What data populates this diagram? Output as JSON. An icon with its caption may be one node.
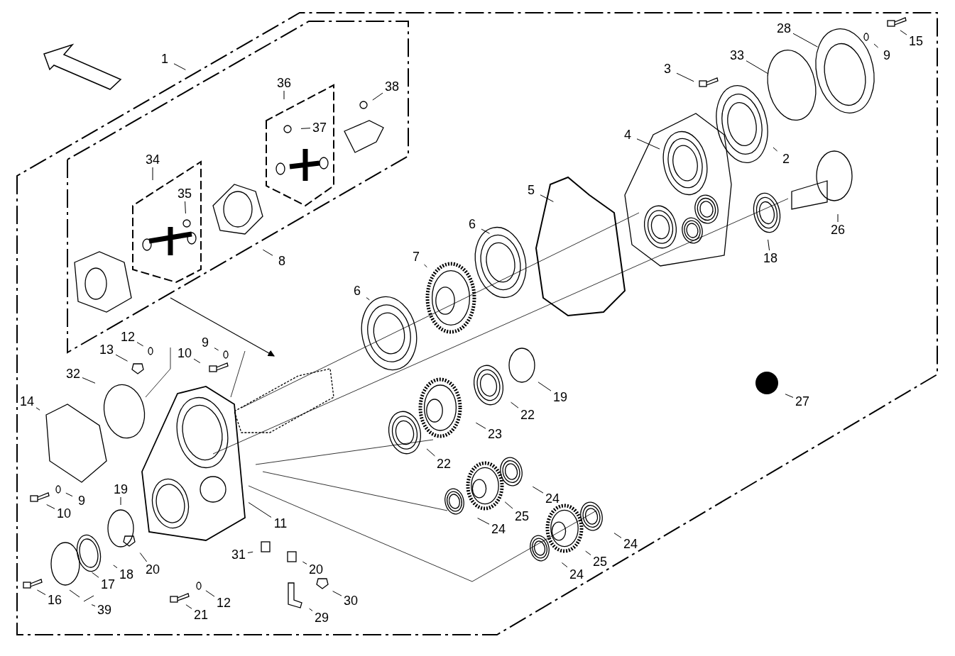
{
  "diagram": {
    "nodes": [
      {
        "text": [
          "1"
        ]
      },
      {
        "text": [
          "36"
        ]
      },
      {
        "text": [
          "38"
        ]
      },
      {
        "text": [
          "37"
        ]
      },
      {
        "text": [
          "34"
        ]
      },
      {
        "text": [
          "35"
        ]
      },
      {
        "text": [
          "8"
        ]
      },
      {
        "text": [
          "3"
        ]
      },
      {
        "text": [
          "28"
        ]
      },
      {
        "text": [
          "15"
        ]
      },
      {
        "text": [
          "9"
        ]
      },
      {
        "text": [
          "33"
        ]
      },
      {
        "text": [
          "4"
        ]
      },
      {
        "text": [
          "2"
        ]
      },
      {
        "text": [
          "5"
        ]
      },
      {
        "text": [
          "26"
        ]
      },
      {
        "text": [
          "18"
        ]
      },
      {
        "text": [
          "6"
        ]
      },
      {
        "text": [
          "7"
        ]
      },
      {
        "text": [
          "6"
        ]
      },
      {
        "text": [
          "19"
        ]
      },
      {
        "text": [
          "22"
        ]
      },
      {
        "text": [
          "23"
        ]
      },
      {
        "text": [
          "22"
        ]
      },
      {
        "text": [
          "24"
        ]
      },
      {
        "text": [
          "25"
        ]
      },
      {
        "text": [
          "24"
        ]
      },
      {
        "text": [
          "24"
        ]
      },
      {
        "text": [
          "25"
        ]
      },
      {
        "text": [
          "24"
        ]
      },
      {
        "text": [
          "27"
        ]
      },
      {
        "text": [
          "13"
        ]
      },
      {
        "text": [
          "12"
        ]
      },
      {
        "text": [
          "10"
        ]
      },
      {
        "text": [
          "9"
        ]
      },
      {
        "text": [
          "32"
        ]
      },
      {
        "text": [
          "14"
        ]
      },
      {
        "text": [
          "10"
        ]
      },
      {
        "text": [
          "9"
        ]
      },
      {
        "text": [
          "19"
        ]
      },
      {
        "text": [
          "11"
        ]
      },
      {
        "text": [
          "18"
        ]
      },
      {
        "text": [
          "17"
        ]
      },
      {
        "text": [
          "20"
        ]
      },
      {
        "text": [
          "16"
        ]
      },
      {
        "text": [
          "39"
        ]
      },
      {
        "text": [
          "21"
        ]
      },
      {
        "text": [
          "12"
        ]
      },
      {
        "text": [
          "31"
        ]
      },
      {
        "text": [
          "20"
        ]
      },
      {
        "text": [
          "30"
        ]
      },
      {
        "text": [
          "29"
        ]
      }
    ],
    "edges": [
      {
        "from": 0,
        "to": null,
        "arrow": "none"
      },
      {
        "from": 1,
        "to": null,
        "arrow": "none"
      },
      {
        "from": 2,
        "to": null,
        "arrow": "none"
      },
      {
        "from": 3,
        "to": null,
        "arrow": "none"
      },
      {
        "from": 4,
        "to": null,
        "arrow": "none"
      },
      {
        "from": 5,
        "to": null,
        "arrow": "none"
      },
      {
        "from": 6,
        "to": null,
        "arrow": "none"
      },
      {
        "from": 7,
        "to": null,
        "arrow": "none"
      },
      {
        "from": 8,
        "to": null,
        "arrow": "none"
      },
      {
        "from": 9,
        "to": null,
        "arrow": "none"
      },
      {
        "from": 10,
        "to": null,
        "arrow": "none"
      },
      {
        "from": 11,
        "to": null,
        "arrow": "none"
      },
      {
        "from": 12,
        "to": null,
        "arrow": "none"
      },
      {
        "from": 13,
        "to": null,
        "arrow": "none"
      },
      {
        "from": 14,
        "to": null,
        "arrow": "none"
      },
      {
        "from": 15,
        "to": null,
        "arrow": "none"
      },
      {
        "from": 16,
        "to": null,
        "arrow": "none"
      },
      {
        "from": 17,
        "to": null,
        "arrow": "none"
      },
      {
        "from": 18,
        "to": null,
        "arrow": "none"
      },
      {
        "from": 19,
        "to": null,
        "arrow": "none"
      },
      {
        "from": 20,
        "to": null,
        "arrow": "none"
      },
      {
        "from": 21,
        "to": null,
        "arrow": "none"
      },
      {
        "from": 22,
        "to": null,
        "arrow": "none"
      },
      {
        "from": 23,
        "to": null,
        "arrow": "none"
      },
      {
        "from": 24,
        "to": null,
        "arrow": "none"
      },
      {
        "from": 25,
        "to": null,
        "arrow": "none"
      },
      {
        "from": 26,
        "to": null,
        "arrow": "none"
      },
      {
        "from": 27,
        "to": null,
        "arrow": "none"
      },
      {
        "from": 28,
        "to": null,
        "arrow": "none"
      },
      {
        "from": 29,
        "to": null,
        "arrow": "none"
      },
      {
        "from": 30,
        "to": null,
        "arrow": "none"
      },
      {
        "from": 31,
        "to": null,
        "arrow": "none"
      },
      {
        "from": 32,
        "to": null,
        "arrow": "none"
      },
      {
        "from": 33,
        "to": null,
        "arrow": "none"
      },
      {
        "from": 34,
        "to": null,
        "arrow": "none"
      },
      {
        "from": 35,
        "to": null,
        "arrow": "none"
      },
      {
        "from": 36,
        "to": null,
        "arrow": "none"
      },
      {
        "from": 37,
        "to": null,
        "arrow": "none"
      },
      {
        "from": 38,
        "to": null,
        "arrow": "none"
      },
      {
        "from": 39,
        "to": null,
        "arrow": "none"
      },
      {
        "from": 40,
        "to": null,
        "arrow": "none"
      },
      {
        "from": 41,
        "to": null,
        "arrow": "none"
      },
      {
        "from": 42,
        "to": null,
        "arrow": "none"
      },
      {
        "from": 43,
        "to": null,
        "arrow": "none"
      },
      {
        "from": 44,
        "to": null,
        "arrow": "none"
      },
      {
        "from": 45,
        "to": null,
        "arrow": "none"
      },
      {
        "from": 46,
        "to": null,
        "arrow": "none"
      },
      {
        "from": 47,
        "to": null,
        "arrow": "none"
      },
      {
        "from": 48,
        "to": null,
        "arrow": "none"
      },
      {
        "from": 49,
        "to": null,
        "arrow": "none"
      },
      {
        "from": 50,
        "to": null,
        "arrow": "none"
      },
      {
        "from": 51,
        "to": null,
        "arrow": "none"
      }
    ]
  }
}
